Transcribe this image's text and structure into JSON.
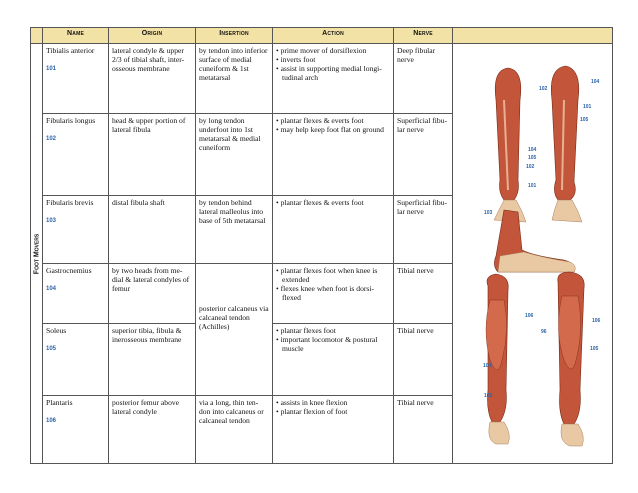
{
  "headers": {
    "name": "Name",
    "origin": "Origin",
    "insertion": "Insertion",
    "action": "Action",
    "nerve": "Nerve"
  },
  "group_label": "Foot Movers",
  "rows": [
    {
      "name": "Tibialis anterior",
      "num": "101",
      "origin": "lateral condyle & upper 2/3 of tibial shaft, inter-osseous membrane",
      "insertion": "by tendon into inferior surface of medial cuneiform & 1st metatarsal",
      "actions": [
        "prime mover of dorsiflexion",
        "inverts foot",
        "assist in supporting medial longi-tudinal arch"
      ],
      "nerve": "Deep fibular nerve"
    },
    {
      "name": "Fibularis longus",
      "num": "102",
      "origin": "head & upper portion of lateral fibula",
      "insertion": "by long tendon underfoot into 1st metatarsal & medial cuneiform",
      "actions": [
        "plantar flexes & everts foot",
        "may help keep foot flat on ground"
      ],
      "nerve": "Superficial fibu-lar nerve"
    },
    {
      "name": "Fibularis brevis",
      "num": "103",
      "origin": "distal fibula shaft",
      "insertion": "by tendon behind lateral malleolus into base of 5th metatarsal",
      "actions": [
        "plantar flexes & everts foot"
      ],
      "nerve": "Superficial fibu-lar nerve"
    },
    {
      "name": "Gastrocnemius",
      "num": "104",
      "origin": "by two heads from me-dial & lateral condyles of femur",
      "insertion": "",
      "actions": [
        "plantar flexes foot when knee is extended",
        "flexes knee when foot is dorsi-flexed"
      ],
      "nerve": "Tibial nerve"
    },
    {
      "name": "Soleus",
      "num": "105",
      "origin": "superior tibia, fibula & inerosseous membrane",
      "insertion": "posterior calcaneus via calcaneal tendon (Achilles)",
      "actions": [
        "plantar flexes foot",
        "important locomotor & postural muscle"
      ],
      "nerve": "Tibial nerve"
    },
    {
      "name": "Plantaris",
      "num": "106",
      "origin": "posterior femur above lateral condyle",
      "insertion": "via a long, thin ten-don into calcaneus or calcaneal tendon",
      "actions": [
        "assists in knee flexion",
        "plantar flexion of foot"
      ],
      "nerve": "Tibial nerve"
    }
  ],
  "figure_labels": {
    "upper": [
      "102",
      "104",
      "101",
      "105",
      "104",
      "105",
      "102",
      "101",
      "103"
    ],
    "lower": [
      "106",
      "106",
      "96",
      "105",
      "104",
      "105"
    ]
  },
  "colors": {
    "header_bg": "#f2e2a6",
    "label_blue": "#2b64a8",
    "muscle": "#c2553a",
    "skin": "#e9c9a4"
  }
}
